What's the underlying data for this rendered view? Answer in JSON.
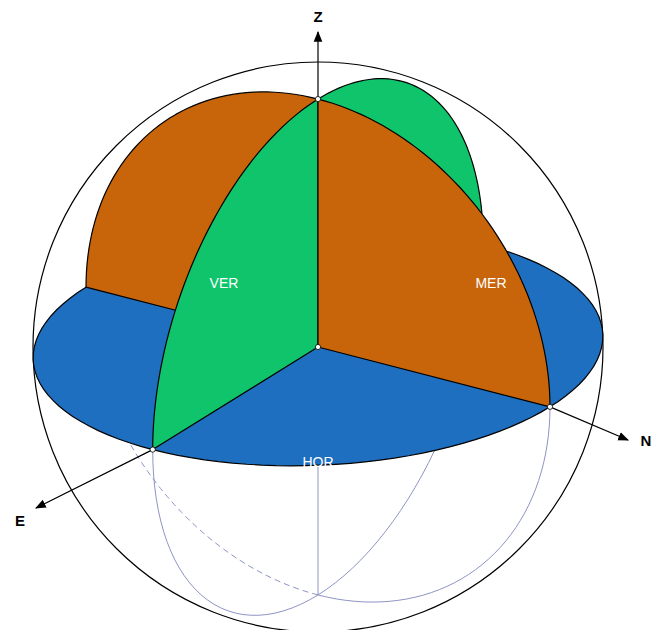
{
  "diagram": {
    "labels": [
      "Z",
      "N",
      "E",
      "VER",
      "MER",
      "HOR"
    ]
  }
}
